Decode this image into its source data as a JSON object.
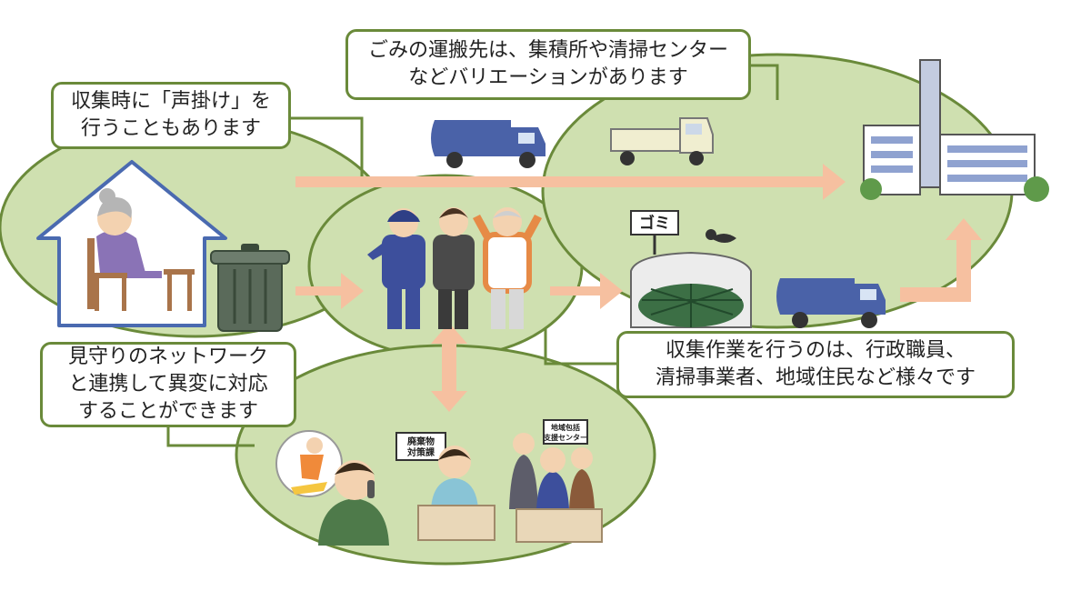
{
  "callouts": {
    "destination": {
      "line1": "ごみの運搬先は、集積所や清掃センター",
      "line2": "などバリエーションがあります"
    },
    "greeting": {
      "line1": "収集時に「声掛け」を",
      "line2": "行うこともあります"
    },
    "watch_network": {
      "line1": "見守りのネットワーク",
      "line2": "と連携して異変に対応",
      "line3": "することができます"
    },
    "workers": {
      "line1": "収集作業を行うのは、行政職員、",
      "line2": "清掃事業者、地域住民など様々です"
    }
  },
  "signs": {
    "garbage": "ゴミ",
    "waste_dept": {
      "line1": "廃棄物",
      "line2": "対策課"
    },
    "support_center": {
      "line1": "地域包括",
      "line2": "支援センター"
    }
  },
  "colors": {
    "ellipse_fill": "#cfe0b0",
    "ellipse_border": "#6a8a3a",
    "arrow": "#f6c0a0",
    "callout_border": "#6a8a3a",
    "truck_blue": "#4a62a8",
    "building": "#b9c6de"
  }
}
